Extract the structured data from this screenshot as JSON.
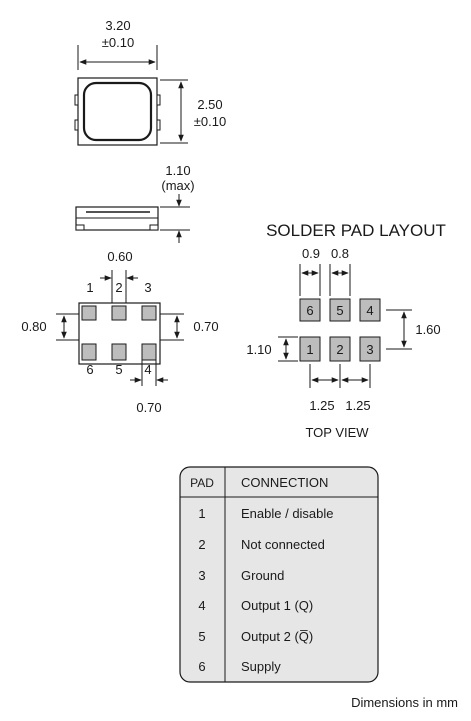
{
  "package": {
    "length": "3.20",
    "length_tol": "±0.10",
    "width": "2.50",
    "width_tol": "±0.10",
    "height": "1.10",
    "height_note": "(max)",
    "pad_spacing_top": "0.60",
    "pad_height_left": "0.80",
    "pad_height_right": "0.70",
    "pad_width_bottom": "0.70",
    "pin_labels_top": [
      "1",
      "2",
      "3"
    ],
    "pin_labels_bottom": [
      "6",
      "5",
      "4"
    ]
  },
  "solder_layout": {
    "title": "SOLDER PAD LAYOUT",
    "pad_width": "0.9",
    "pad_gap": "0.8",
    "row_pitch": "1.60",
    "pad_height": "1.10",
    "col_pitch_1": "1.25",
    "col_pitch_2": "1.25",
    "top_row": [
      "6",
      "5",
      "4"
    ],
    "bottom_row": [
      "1",
      "2",
      "3"
    ],
    "view_label": "TOP VIEW"
  },
  "pad_table": {
    "headers": [
      "PAD",
      "CONNECTION"
    ],
    "rows": [
      {
        "pad": "1",
        "connection": "Enable / disable"
      },
      {
        "pad": "2",
        "connection": "Not connected"
      },
      {
        "pad": "3",
        "connection": "Ground"
      },
      {
        "pad": "4",
        "connection": "Output 1 (Q)"
      },
      {
        "pad": "5",
        "connection": "Output 2 (Q̅)"
      },
      {
        "pad": "6",
        "connection": "Supply"
      }
    ]
  },
  "footer_note": "Dimensions in mm",
  "colors": {
    "line": "#1a1a1a",
    "pad_fill": "#bdbdbd",
    "table_fill": "#e6e6e6",
    "header_fill": "#e0e0e0"
  }
}
